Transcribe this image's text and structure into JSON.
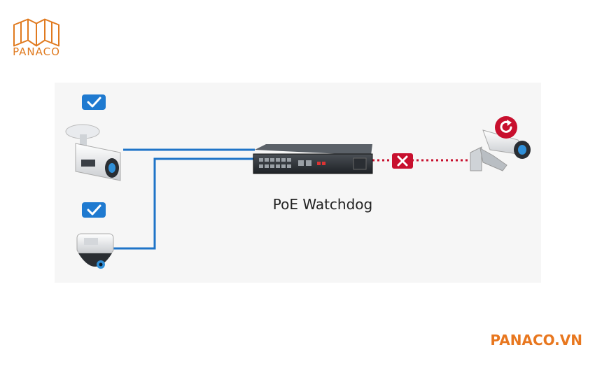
{
  "brand": {
    "logo_text": "PANACO",
    "watermark": "PANACO.VN",
    "color": "#e07a1f"
  },
  "diagram": {
    "caption": "PoE Watchdog",
    "link_color_ok": "#1f74c8",
    "link_color_fail": "#c8102e",
    "nodes": [
      {
        "id": "bullet-camera",
        "status": "ok",
        "icon": "check-icon"
      },
      {
        "id": "dome-camera",
        "status": "ok",
        "icon": "check-icon"
      },
      {
        "id": "poe-switch",
        "icon": "switch-icon"
      },
      {
        "id": "faulty-camera",
        "status": "restarting",
        "icon": "restart-icon"
      }
    ],
    "failed_link_icon": "x-icon"
  }
}
